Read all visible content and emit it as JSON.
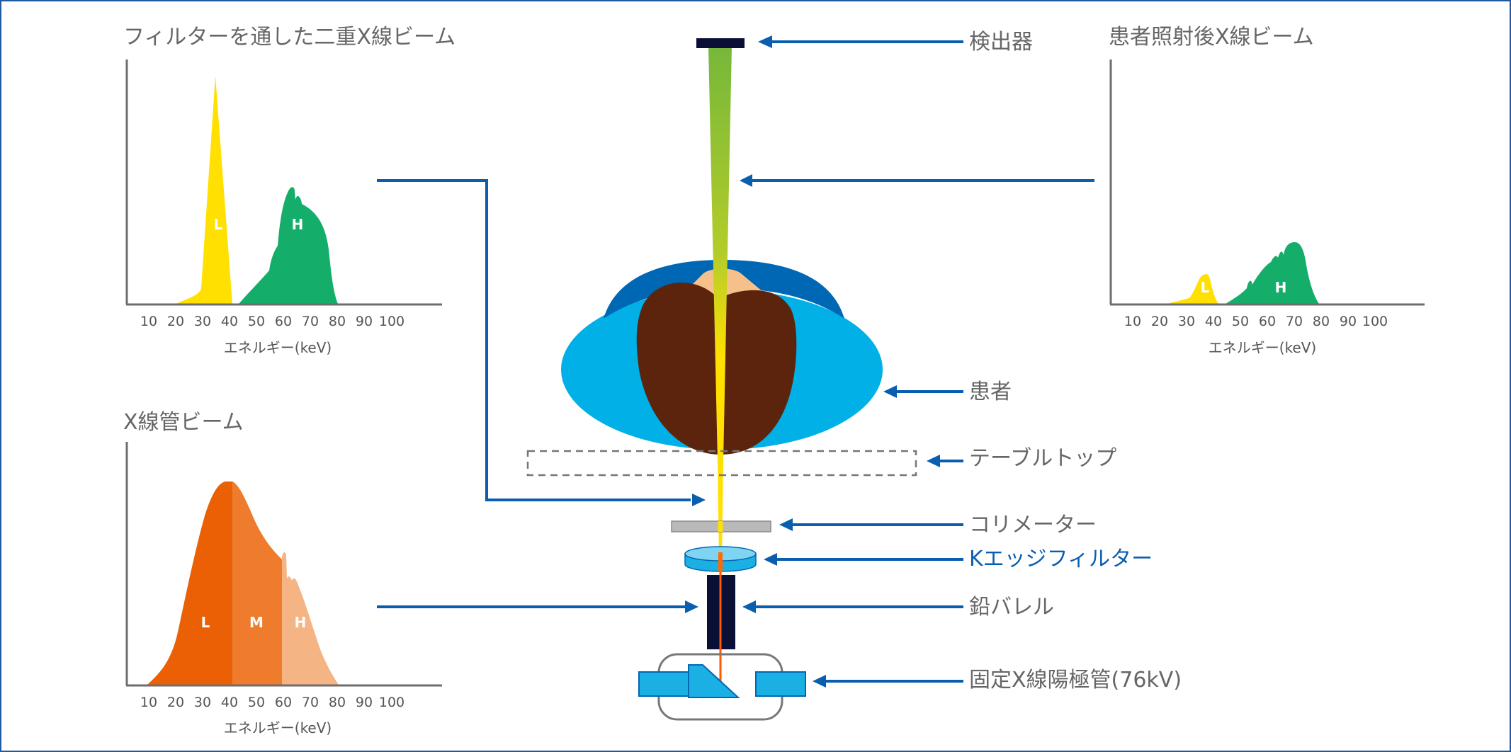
{
  "colors": {
    "blue": "#0a5eb0",
    "gray": "#6e6e6e",
    "low": "#ffe000",
    "high": "#14ad6a",
    "tube_L": "#eb6005",
    "tube_M": "#ef7c2c",
    "tube_H": "#f5b483",
    "patient_outer": "#00b0e6",
    "patient_dark": "#0067b5",
    "patient_organ": "#5c240c"
  },
  "charts": {
    "filtered": {
      "title": "フィルターを通した二重X線ビーム",
      "xlabel": "エネルギー(keV)",
      "ticks": [
        "10",
        "20",
        "30",
        "40",
        "50",
        "60",
        "70",
        "80",
        "90",
        "100"
      ],
      "regions": [
        "L",
        "H"
      ]
    },
    "post_patient": {
      "title": "患者照射後X線ビーム",
      "xlabel": "エネルギー(keV)",
      "ticks": [
        "10",
        "20",
        "30",
        "40",
        "50",
        "60",
        "70",
        "80",
        "90",
        "100"
      ],
      "regions": [
        "L",
        "H"
      ]
    },
    "tube": {
      "title": "X線管ビーム",
      "xlabel": "エネルギー(keV)",
      "ticks": [
        "10",
        "20",
        "30",
        "40",
        "50",
        "60",
        "70",
        "80",
        "90",
        "100"
      ],
      "regions": [
        "L",
        "M",
        "H"
      ]
    }
  },
  "components": {
    "detector": "検出器",
    "patient": "患者",
    "tabletop": "テーブルトップ",
    "collimator": "コリメーター",
    "kedge": "Kエッジフィルター",
    "lead_barrel": "鉛バレル",
    "tube": "固定X線陽極管(76kV)"
  }
}
